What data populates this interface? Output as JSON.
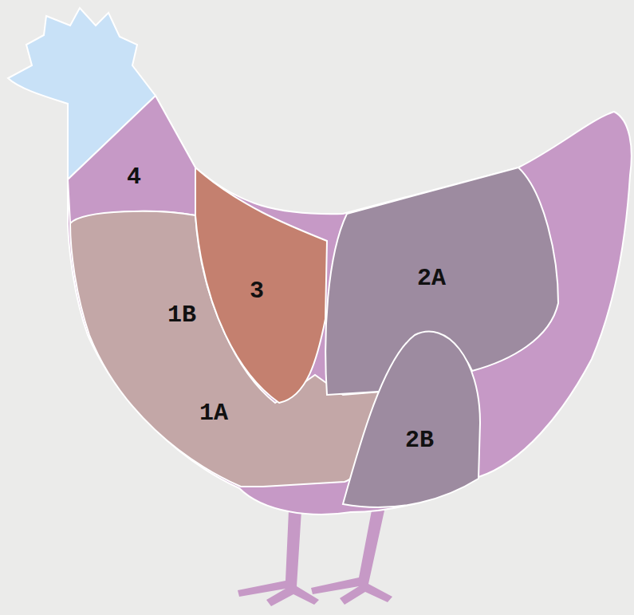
{
  "diagram": {
    "labels": [
      "4",
      "1B",
      "3",
      "2A",
      "1A",
      "2B"
    ]
  }
}
